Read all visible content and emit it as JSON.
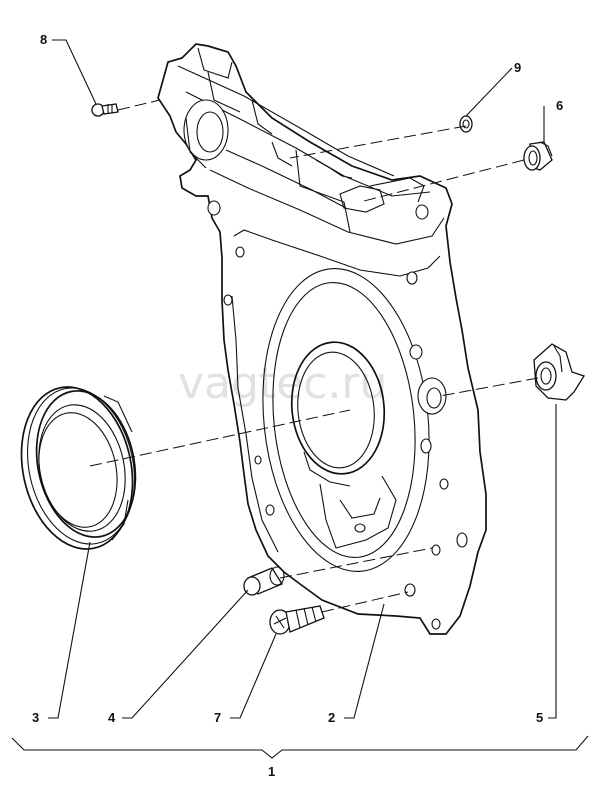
{
  "watermark": "vagtec.ru",
  "callouts": {
    "c1": "1",
    "c2": "2",
    "c3": "3",
    "c4": "4",
    "c5": "5",
    "c6": "6",
    "c7": "7",
    "c8": "8",
    "c9": "9"
  }
}
